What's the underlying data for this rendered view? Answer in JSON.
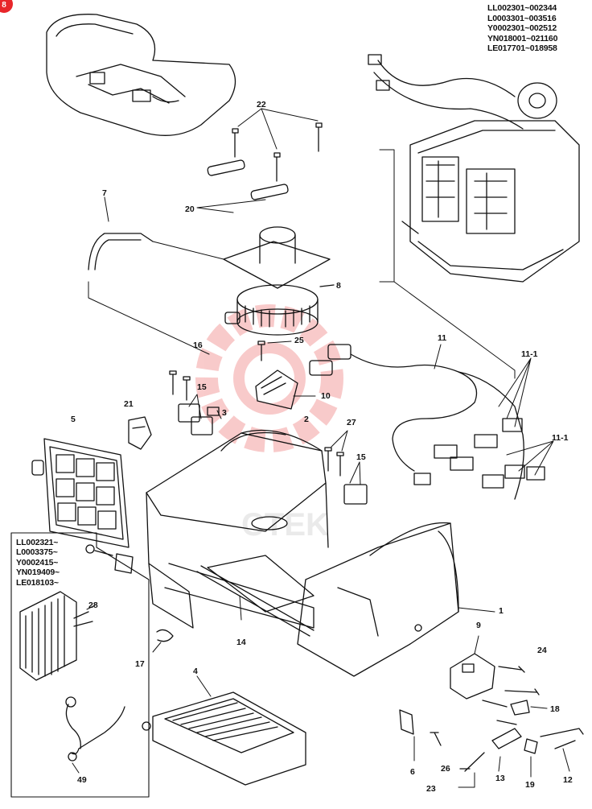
{
  "badge": "8",
  "serial_ranges": [
    "LL002301~002344",
    "L0003301~003516",
    "Y0002301~002512",
    "YN018001~021160",
    "LE017701~018958"
  ],
  "inset_ranges": [
    "LL002321~",
    "L0003375~",
    "Y0002415~",
    "YN019409~",
    "LE018103~"
  ],
  "watermark": "CTEK",
  "callouts": {
    "c1": "1",
    "c2": "2",
    "c3": "3",
    "c4": "4",
    "c5": "5",
    "c6": "6",
    "c7": "7",
    "c8": "8",
    "c9": "9",
    "c10": "10",
    "c11": "11",
    "c11_1a": "11-1",
    "c11_1b": "11-1",
    "c12": "12",
    "c13": "13",
    "c14": "14",
    "c15a": "15",
    "c15b": "15",
    "c16": "16",
    "c17": "17",
    "c18": "18",
    "c19": "19",
    "c20": "20",
    "c21": "21",
    "c22": "22",
    "c23": "23",
    "c24": "24",
    "c25": "25",
    "c26": "26",
    "c27": "27",
    "c28": "28",
    "c49": "49"
  }
}
